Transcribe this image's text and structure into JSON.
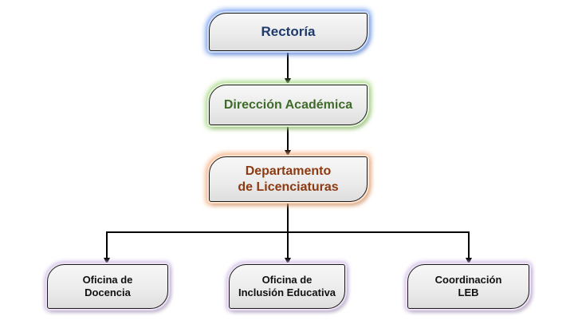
{
  "diagram": {
    "nodes": [
      {
        "id": "rectoria",
        "lines": [
          "Rectoría"
        ],
        "color": "#1f3a6d",
        "glow": "#6e9bf0"
      },
      {
        "id": "direccion",
        "lines": [
          "Dirección Académica"
        ],
        "color": "#3f6b2a",
        "glow": "#a3d77f"
      },
      {
        "id": "departamento",
        "lines": [
          "Departamento",
          "de Licenciaturas"
        ],
        "color": "#8b3a12",
        "glow": "#f3ac7b"
      },
      {
        "id": "docencia",
        "lines": [
          "Oficina de",
          "Docencia"
        ],
        "color": "#111111",
        "glow": "#c8b0df"
      },
      {
        "id": "inclusion",
        "lines": [
          "Oficina de",
          "Inclusión Educativa"
        ],
        "color": "#111111",
        "glow": "#c8b0df"
      },
      {
        "id": "leb",
        "lines": [
          "Coordinación",
          "LEB"
        ],
        "color": "#111111",
        "glow": "#c8b0df"
      }
    ],
    "edges": [
      {
        "from": "rectoria",
        "to": "direccion"
      },
      {
        "from": "direccion",
        "to": "departamento"
      },
      {
        "from": "departamento",
        "to": "docencia"
      },
      {
        "from": "departamento",
        "to": "inclusion"
      },
      {
        "from": "departamento",
        "to": "leb"
      }
    ]
  }
}
